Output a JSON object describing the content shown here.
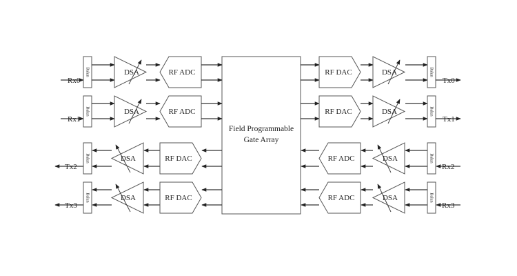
{
  "fpga": {
    "line1": "Field Programmable",
    "line2": "Gate Array"
  },
  "left": [
    {
      "port": "Rx0",
      "balun": "Balun",
      "dsa": "DSA",
      "conv": "RF ADC"
    },
    {
      "port": "Rx1",
      "balun": "Balun",
      "dsa": "DSA",
      "conv": "RF ADC"
    },
    {
      "port": "Tx2",
      "balun": "Balun",
      "dsa": "DSA",
      "conv": "RF DAC"
    },
    {
      "port": "Tx3",
      "balun": "Balun",
      "dsa": "DSA",
      "conv": "RF DAC"
    }
  ],
  "right": [
    {
      "port": "Tx0",
      "balun": "Balun",
      "dsa": "DSA",
      "conv": "RF DAC"
    },
    {
      "port": "Tx1",
      "balun": "Balun",
      "dsa": "DSA",
      "conv": "RF DAC"
    },
    {
      "port": "Rx2",
      "balun": "Balun",
      "dsa": "DSA",
      "conv": "RF ADC"
    },
    {
      "port": "Rx3",
      "balun": "Balun",
      "dsa": "DSA",
      "conv": "RF ADC"
    }
  ]
}
